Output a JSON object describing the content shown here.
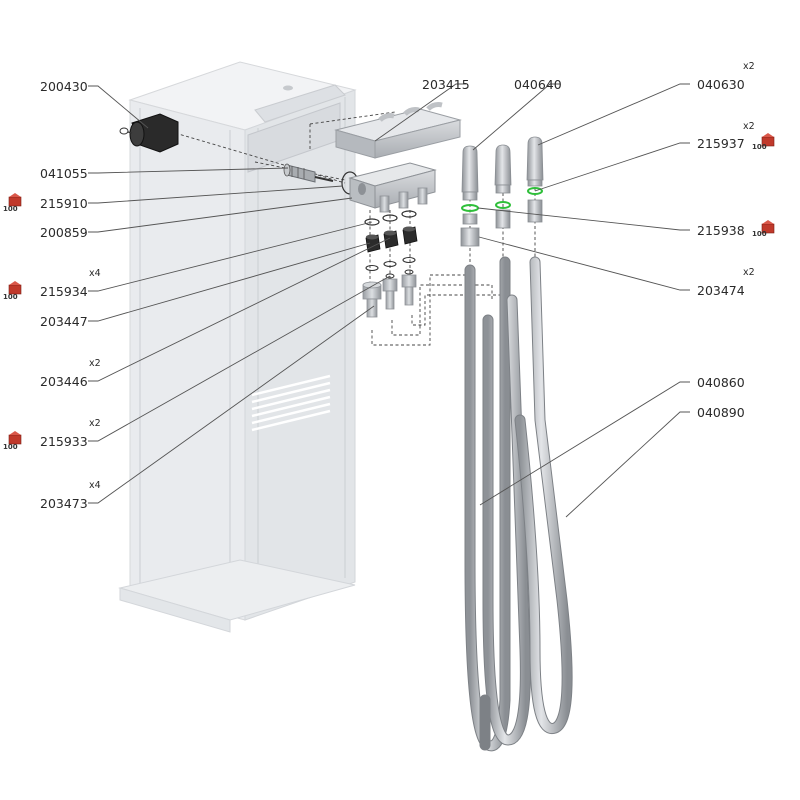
{
  "labels": {
    "p200430": "200430",
    "p041055": "041055",
    "p215910": "215910",
    "p200859": "200859",
    "p215934": "215934",
    "p203447": "203447",
    "p203446": "203446",
    "p215933": "215933",
    "p203473": "203473",
    "p203415": "203415",
    "p040640": "040640",
    "p040630": "040630",
    "p215937": "215937",
    "p215938": "215938",
    "p203474": "203474",
    "p040860": "040860",
    "p040890": "040890"
  },
  "quantities": {
    "q215934": "x4",
    "q203446": "x2",
    "q215933": "x2",
    "q203473": "x4",
    "q040630": "x2",
    "q215937": "x2",
    "q203474": "x2"
  },
  "pack_badge_text": "100",
  "colors": {
    "cabinet": "#eef0f2",
    "part_grey": "#b9bcc0",
    "part_dark": "#2b2b2b",
    "oring_green": "#2fbf3a",
    "pack_red": "#c0392b"
  }
}
